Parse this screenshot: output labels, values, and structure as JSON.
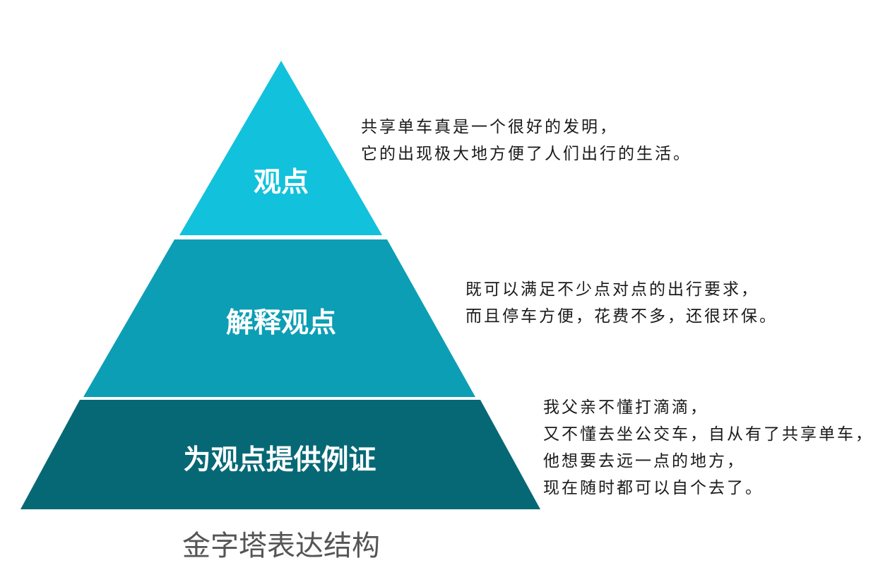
{
  "diagram": {
    "type": "pyramid",
    "caption": "金字塔表达结构",
    "colors": {
      "tier_top": "#12c1dc",
      "tier_middle": "#0c9eb5",
      "tier_bottom": "#076875",
      "label_text": "#ffffff",
      "caption_text": "#555555",
      "description_text": "#1a1a1a"
    },
    "tiers": [
      {
        "label": "观点",
        "description": [
          "共享单车真是一个很好的发明，",
          "它的出现极大地方便了人们出行的生活。"
        ]
      },
      {
        "label": "解释观点",
        "description": [
          "既可以满足不少点对点的出行要求，",
          "而且停车方便，花费不多，还很环保。"
        ]
      },
      {
        "label": "为观点提供例证",
        "description": [
          "我父亲不懂打滴滴，",
          "又不懂去坐公交车，自从有了共享单车，",
          "他想要去远一点的地方，",
          "现在随时都可以自个去了。"
        ]
      }
    ]
  }
}
